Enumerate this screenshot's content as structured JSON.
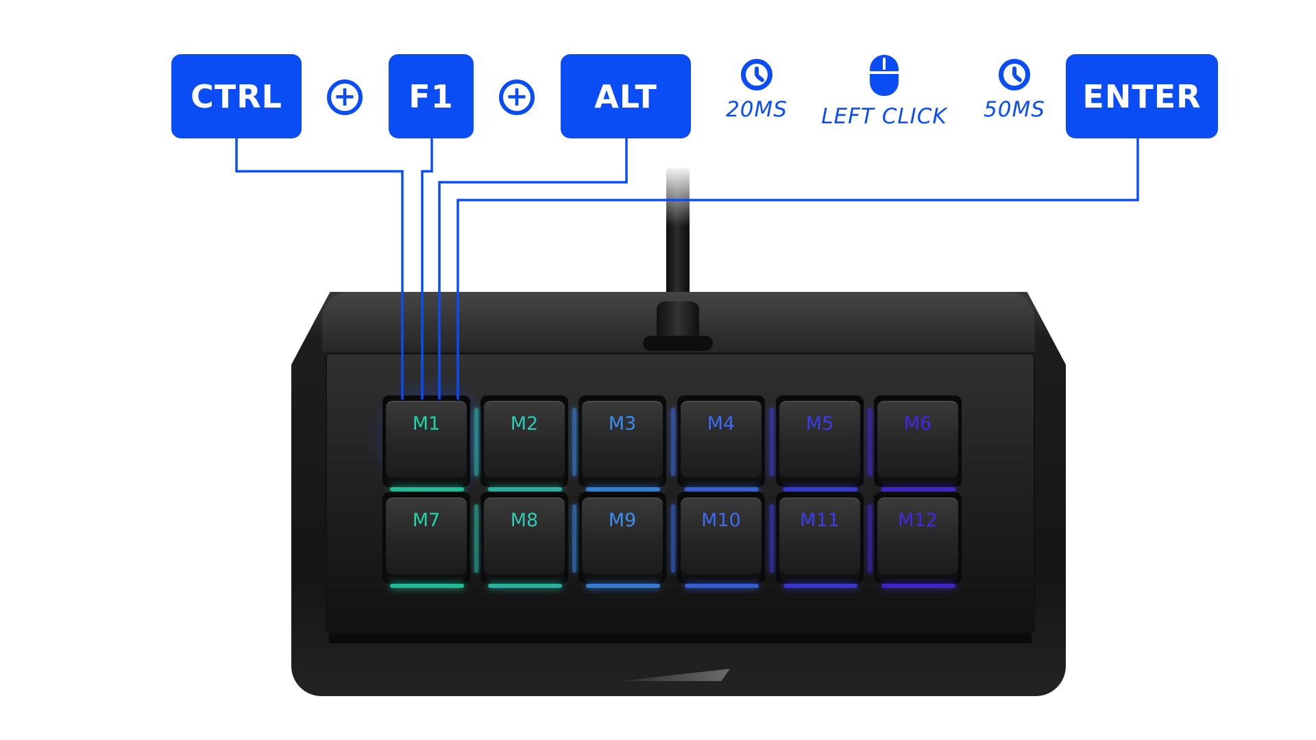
{
  "macro_sequence": [
    {
      "kind": "key",
      "label": "CTRL"
    },
    {
      "kind": "plus"
    },
    {
      "kind": "key",
      "label": "F1"
    },
    {
      "kind": "plus"
    },
    {
      "kind": "key",
      "label": "ALT"
    },
    {
      "kind": "delay",
      "icon": "clock-icon",
      "label": "20MS"
    },
    {
      "kind": "mouse",
      "icon": "mouse-icon",
      "label": "LEFT CLICK"
    },
    {
      "kind": "delay",
      "icon": "clock-icon",
      "label": "50MS"
    },
    {
      "kind": "key",
      "label": "ENTER"
    }
  ],
  "keys": {
    "row1": [
      "M1",
      "M2",
      "M3",
      "M4",
      "M5",
      "M6"
    ],
    "row2": [
      "M7",
      "M8",
      "M9",
      "M10",
      "M11",
      "M12"
    ]
  },
  "highlighted_key": "M1",
  "colors": {
    "accent": "#0a4df5",
    "legend_gradient": [
      "#22d6a8",
      "#2fc9b5",
      "#3a8ff0",
      "#3c6cf4",
      "#3d3df0",
      "#4626e6"
    ]
  }
}
